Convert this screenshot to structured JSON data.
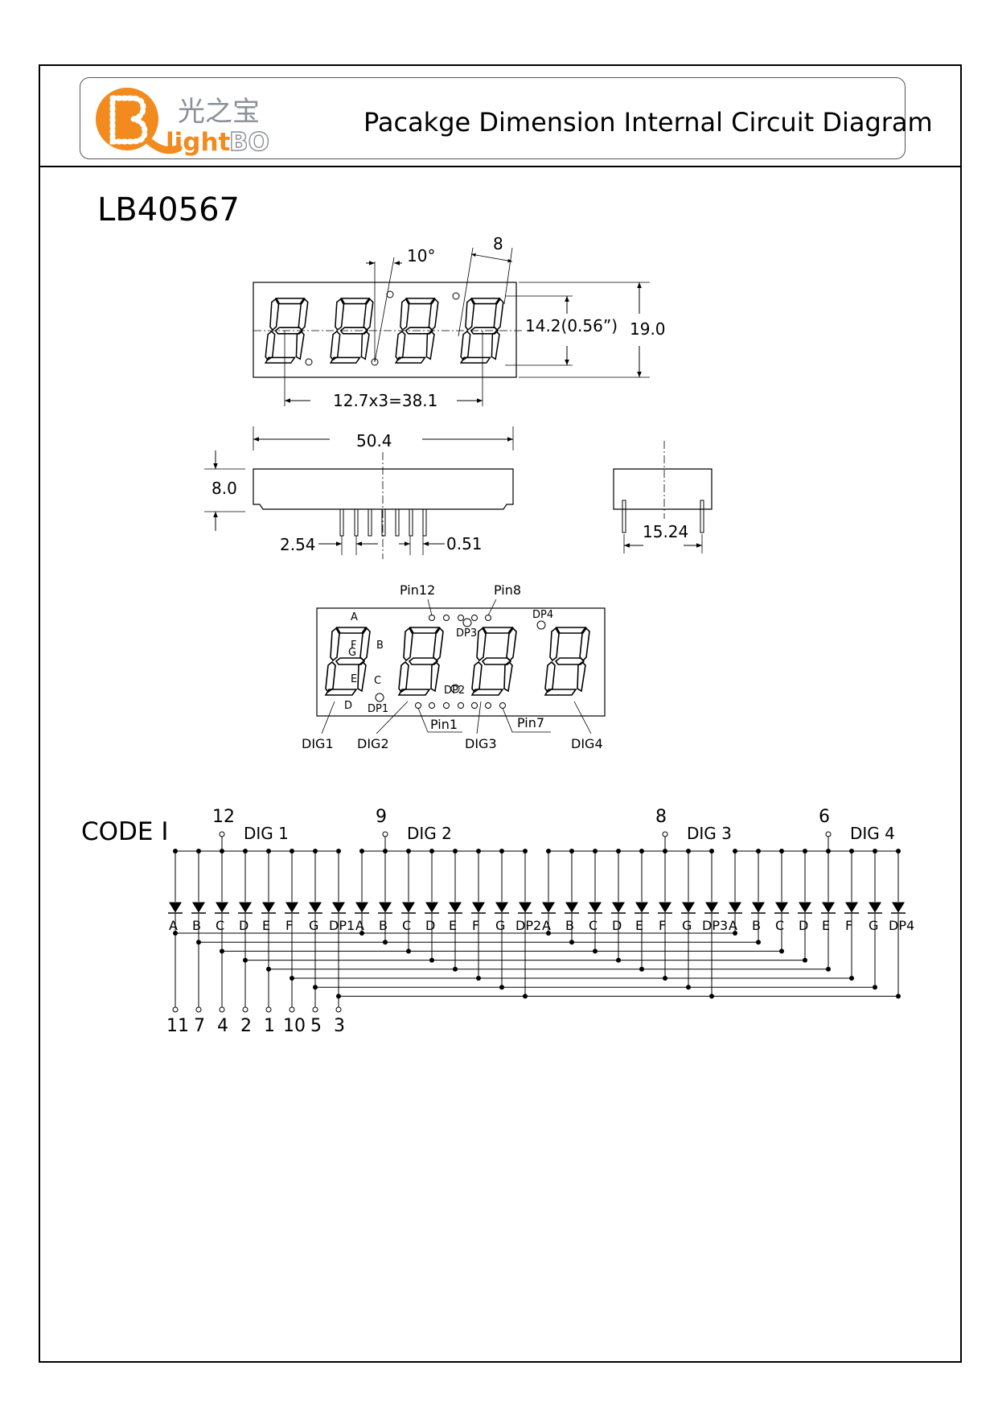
{
  "header": {
    "logo_cn": "光之宝",
    "logo_light": "light",
    "logo_bo": "BO",
    "title": "Pacakge Dimension Internal Circuit Diagram"
  },
  "part_number": "LB40567",
  "front_view": {
    "angle": "10°",
    "digit_width": "8",
    "char_height": "14.2(0.56”)",
    "total_height": "19.0",
    "pitch": "12.7x3=38.1"
  },
  "side_view": {
    "length": "50.4",
    "height": "8.0",
    "pin_pitch": "2.54",
    "pin_width": "0.51",
    "row_spacing": "15.24"
  },
  "pin_view": {
    "pin12": "Pin12",
    "pin8": "Pin8",
    "pin1": "Pin1",
    "pin7": "Pin7",
    "dp_labels": [
      "DP1",
      "DP2",
      "DP3",
      "DP4"
    ],
    "segments": [
      "A",
      "B",
      "C",
      "D",
      "E",
      "F",
      "G"
    ],
    "digits": [
      "DIG1",
      "DIG2",
      "DIG3",
      "DIG4"
    ]
  },
  "circuit": {
    "code_label": "CODE I",
    "digits": [
      {
        "name": "DIG 1",
        "pin": "12"
      },
      {
        "name": "DIG 2",
        "pin": "9"
      },
      {
        "name": "DIG 3",
        "pin": "8"
      },
      {
        "name": "DIG 4",
        "pin": "6"
      }
    ],
    "segment_labels": [
      "A",
      "B",
      "C",
      "D",
      "E",
      "F",
      "G"
    ],
    "dp_labels": [
      "DP1",
      "DP2",
      "DP3",
      "DP4"
    ],
    "bottom_pins": [
      "11",
      "7",
      "4",
      "2",
      "1",
      "10",
      "5",
      "3"
    ]
  },
  "colors": {
    "logo_orange": "#F28A1E",
    "logo_gray": "#8A8F98",
    "line": "#000000"
  }
}
